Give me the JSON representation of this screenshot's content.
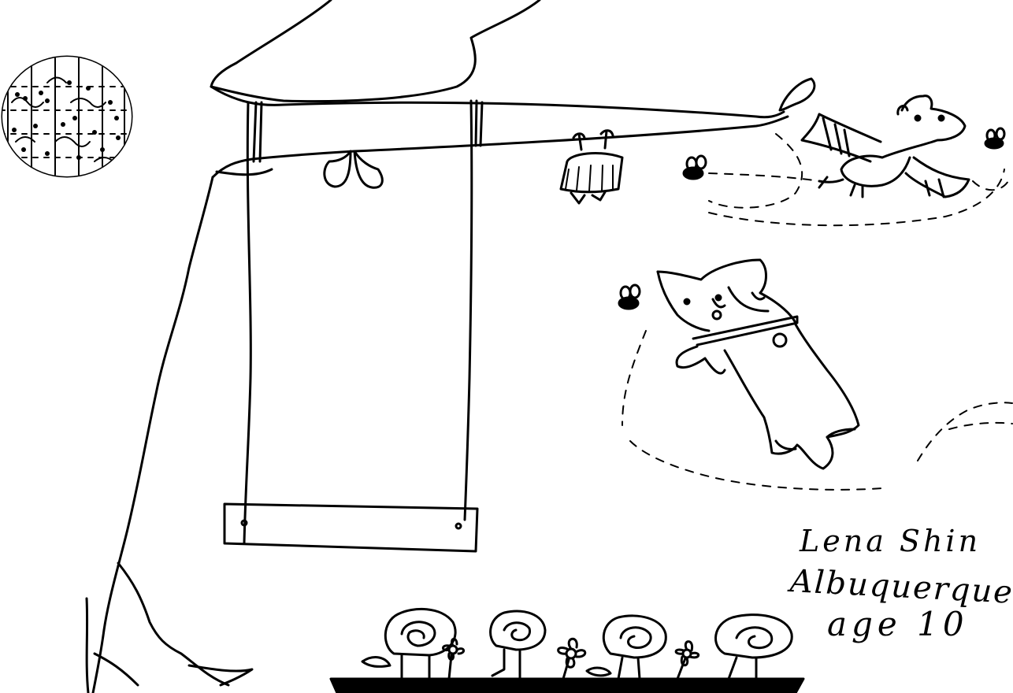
{
  "signature": {
    "name": "Lena Shin",
    "city": "Albuquerque",
    "age": "age 10"
  },
  "colors": {
    "ink": "#000000",
    "paper": "#ffffff"
  }
}
